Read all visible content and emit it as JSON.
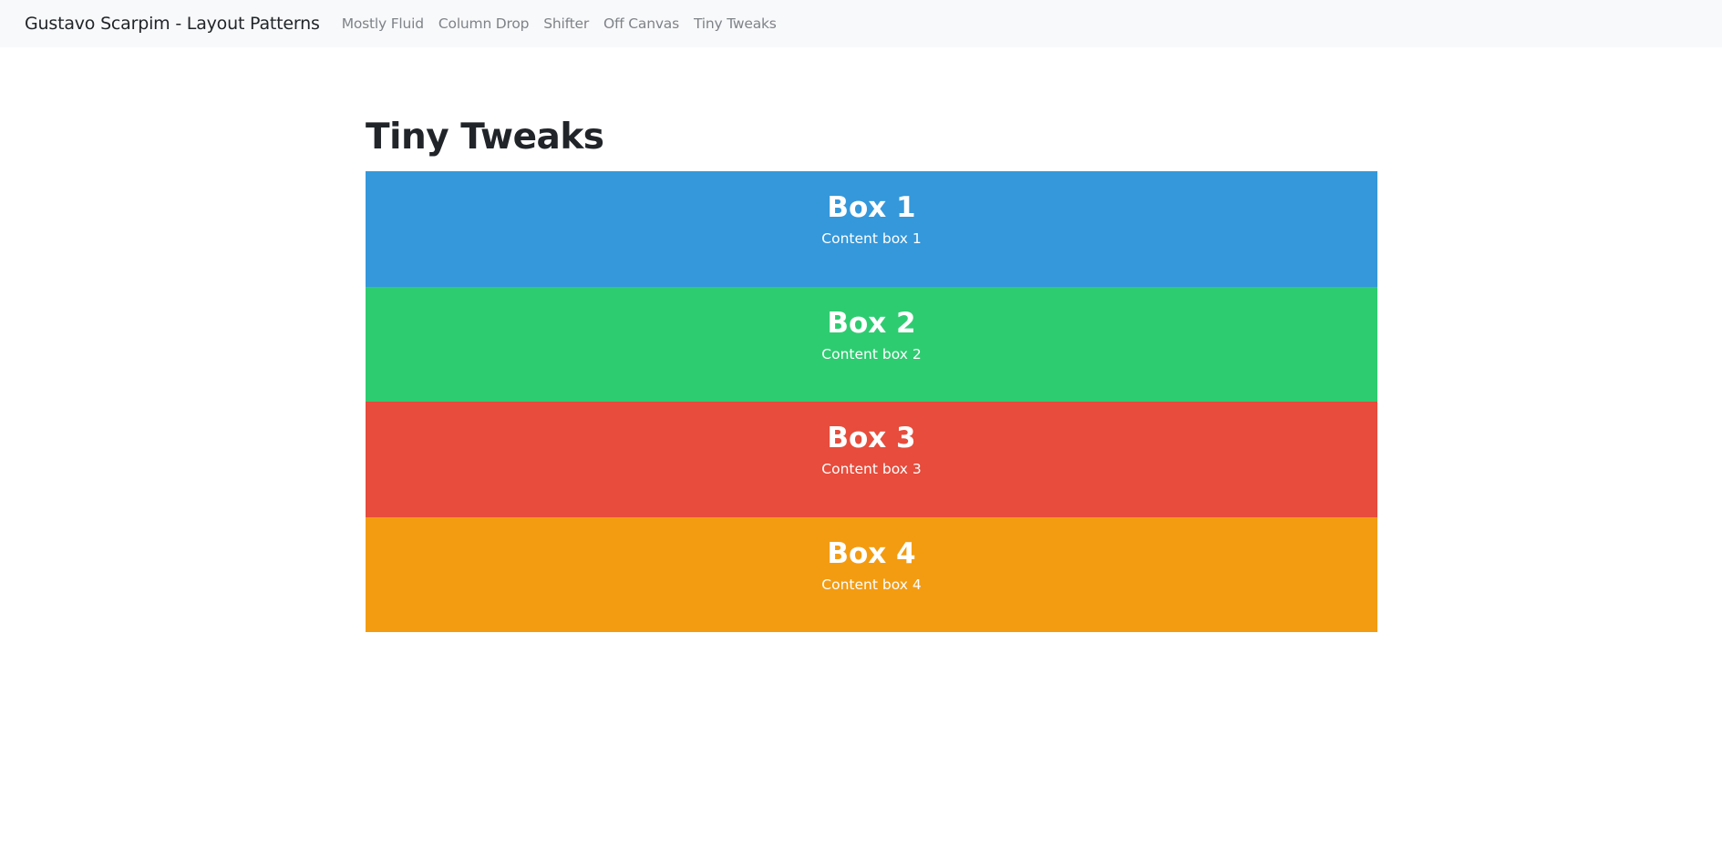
{
  "navbar": {
    "brand": "Gustavo Scarpim - Layout Patterns",
    "links": [
      {
        "label": "Mostly Fluid"
      },
      {
        "label": "Column Drop"
      },
      {
        "label": "Shifter"
      },
      {
        "label": "Off Canvas"
      },
      {
        "label": "Tiny Tweaks"
      }
    ]
  },
  "main": {
    "title": "Tiny Tweaks",
    "boxes": [
      {
        "title": "Box 1",
        "content": "Content box 1",
        "color": "#3498db"
      },
      {
        "title": "Box 2",
        "content": "Content box 2",
        "color": "#2ecc71"
      },
      {
        "title": "Box 3",
        "content": "Content box 3",
        "color": "#e74c3c"
      },
      {
        "title": "Box 4",
        "content": "Content box 4",
        "color": "#f39c12"
      }
    ]
  },
  "colors": {
    "navbar_bg": "#f8f9fa",
    "nav_link": "#7f8388",
    "text": "#212529"
  }
}
